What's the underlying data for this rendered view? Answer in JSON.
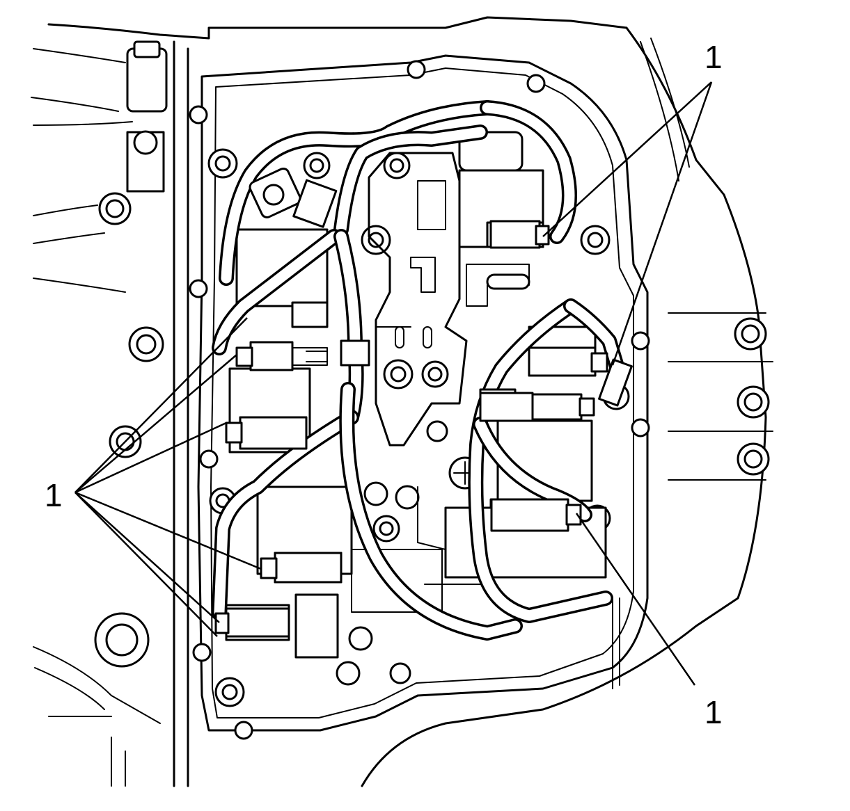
{
  "callouts": [
    {
      "id": "top-right",
      "label": "1"
    },
    {
      "id": "left",
      "label": "1"
    },
    {
      "id": "bottom-right",
      "label": "1"
    }
  ]
}
